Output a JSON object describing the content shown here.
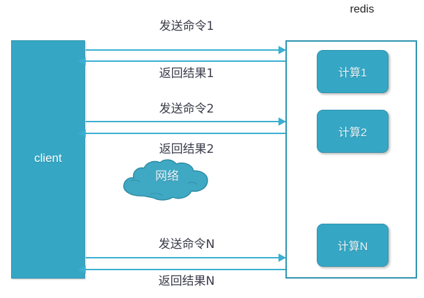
{
  "diagram": {
    "title_text": "redis",
    "client": {
      "label": "client"
    },
    "server": {
      "label": "redis",
      "compute_boxes": [
        {
          "label": "计算1"
        },
        {
          "label": "计算2"
        },
        {
          "label": "计算N"
        }
      ]
    },
    "network": {
      "label": "网络"
    },
    "exchanges": [
      {
        "request": "发送命令1",
        "response": "返回结果1"
      },
      {
        "request": "发送命令2",
        "response": "返回结果2"
      },
      {
        "request": "发送命令N",
        "response": "返回结果N"
      }
    ],
    "colors": {
      "teal_fill": "#35A7C5",
      "teal_border": "#2E93AF",
      "arrow": "#3AAFD0",
      "text": "#3A3A4A",
      "background": "#FFFFFF"
    }
  }
}
